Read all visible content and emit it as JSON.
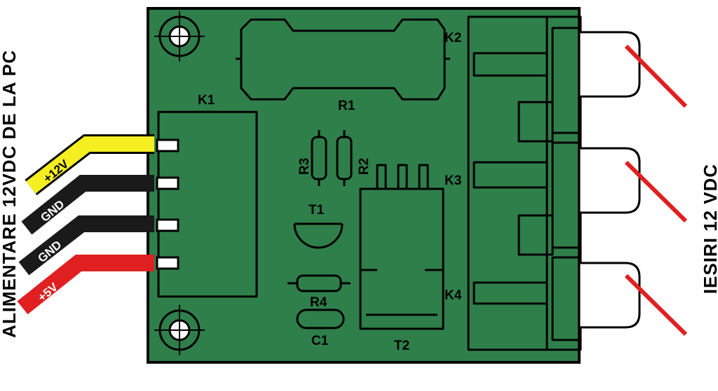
{
  "left_label": "ALIMENTARE 12VDC DE LA PC",
  "right_label": "IESIRI 12 VDC",
  "components": {
    "k1": "K1",
    "k2": "K2",
    "k3": "K3",
    "k4": "K4",
    "r1": "R1",
    "r2": "R2",
    "r3": "R3",
    "r4": "R4",
    "t1": "T1",
    "t2": "T2",
    "c1": "C1"
  },
  "wires": [
    {
      "label": "+12V",
      "color": "#f5ef22"
    },
    {
      "label": "GND",
      "color": "#1a1a1a"
    },
    {
      "label": "GND",
      "color": "#1a1a1a"
    },
    {
      "label": "+5V",
      "color": "#e02020"
    }
  ],
  "colors": {
    "board": "#2f7f4b",
    "output_wire": "#e02020"
  }
}
